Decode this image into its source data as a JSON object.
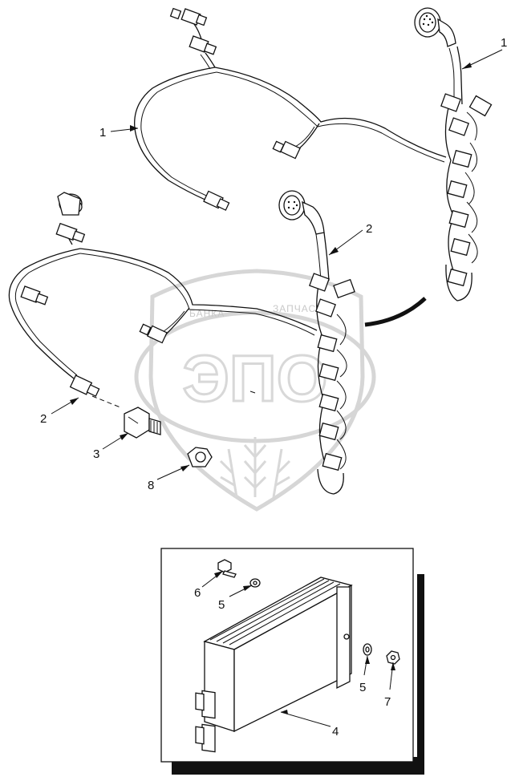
{
  "watermark": {
    "emblem_letters": "ЭПО",
    "text_left": "БАНКА",
    "text_right": "ЗАПЧАСТ"
  },
  "callouts": [
    {
      "id": "callout-1-upper",
      "text": "1"
    },
    {
      "id": "callout-1-left",
      "text": "1"
    },
    {
      "id": "callout-2-right",
      "text": "2"
    },
    {
      "id": "callout-2-left",
      "text": "2"
    },
    {
      "id": "callout-3",
      "text": "3"
    },
    {
      "id": "callout-8",
      "text": "8"
    },
    {
      "id": "callout-6",
      "text": "6"
    },
    {
      "id": "callout-5-top",
      "text": "5"
    },
    {
      "id": "callout-5-right",
      "text": "5"
    },
    {
      "id": "callout-7",
      "text": "7"
    },
    {
      "id": "callout-4",
      "text": "4"
    }
  ]
}
